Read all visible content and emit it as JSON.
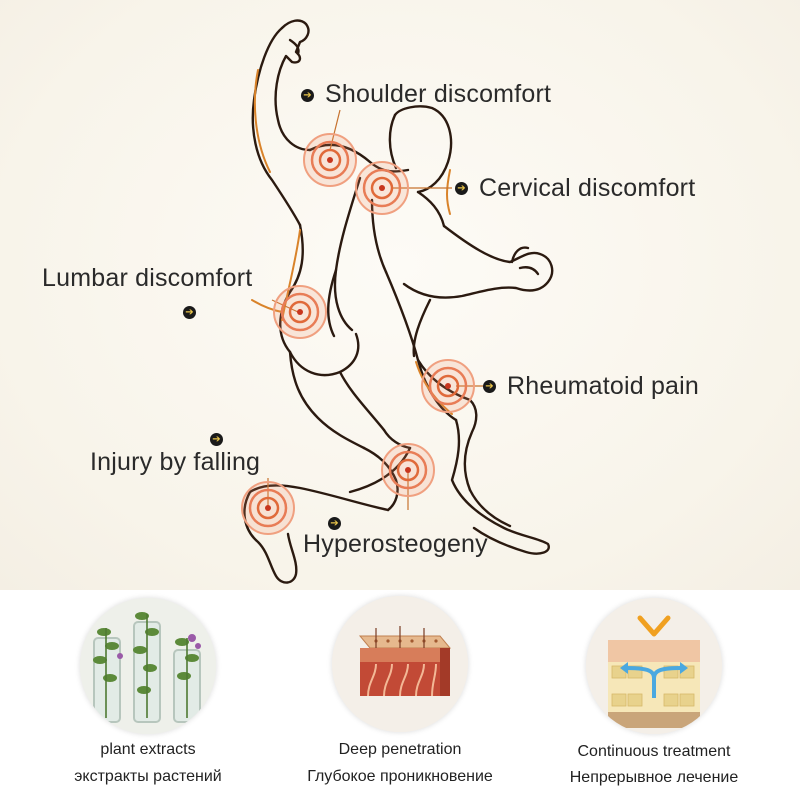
{
  "pain_points": {
    "shoulder": "Shoulder discomfort",
    "cervical": "Cervical discomfort",
    "lumbar": "Lumbar discomfort",
    "rheumatoid": "Rheumatoid pain",
    "injury": "Injury by falling",
    "hyperosteogeny": "Hyperosteogeny"
  },
  "features": [
    {
      "en": "plant extracts",
      "ru": "экстракты растений",
      "icon": "plant-extracts-icon"
    },
    {
      "en": "Deep penetration",
      "ru": "Глубокое проникновение",
      "icon": "skin-penetration-icon"
    },
    {
      "en": "Continuous treatment",
      "ru": "Непрерывное лечение",
      "icon": "skin-layers-icon"
    }
  ],
  "colors": {
    "marker": "#e06a3a",
    "figure_outline": "#2b1a10",
    "figure_accent": "#d9832a",
    "text": "#2a2a2a",
    "bullet_arrow": "#e8c44a"
  }
}
